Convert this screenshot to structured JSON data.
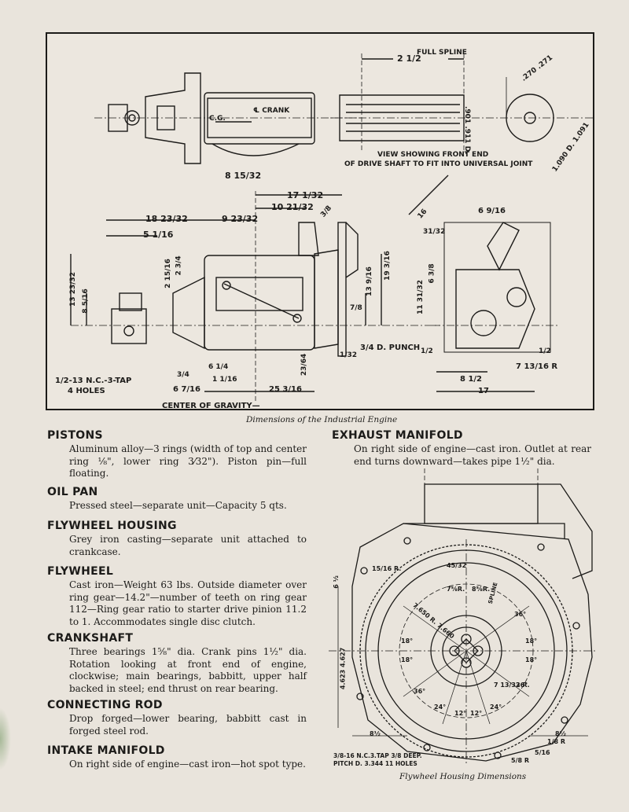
{
  "drawing": {
    "caption": "Dimensions of the Industrial Engine",
    "labels": {
      "full_spline": "FULL SPLINE",
      "full_spline_dim": "2 1/2",
      "crank": "℄ CRANK",
      "cg": "C.G.",
      "spline_d": ".901 .911 D.",
      "d_outer": "1.090 D. 1.091",
      "d_top": ".270 .271",
      "view_note_1": "VIEW SHOWING FRONT END",
      "view_note_2": "OF DRIVE SHAFT TO FIT INTO UNIVERSAL JOINT",
      "dim_8_15_32": "8 15/32",
      "dim_17_1_32": "17 1/32",
      "dim_10_21_32": "10 21/32",
      "dim_18_23_32": "18 23/32",
      "dim_9_23_32": "9 23/32",
      "dim_5_1_16": "5 1/16",
      "dim_3_8": "3/8",
      "dim_13_23_32": "13 23/32",
      "dim_8_5_16": "8 5/16",
      "dim_2_15_16": "2 15/16",
      "dim_2_3_4": "2 3/4",
      "dim_13_9_16": "13 9/16",
      "dim_19_3_16": "19 3/16",
      "dim_7_8": "7/8",
      "dim_1_32": "1/32",
      "punch": "3/4 D. PUNCH",
      "dim_23_64": "23/64",
      "dim_6_1_4": "6 1/4",
      "dim_3_4": "3/4",
      "dim_1_1_16": "1 1/16",
      "dim_6_7_16": "6 7/16",
      "dim_25_3_16": "25 3/16",
      "tap_1": "1/2-13 N.C.-3-TAP",
      "tap_2": "4 HOLES",
      "center_gravity": "CENTER OF GRAVITY—",
      "dim_16": "16",
      "dim_6_9_16": "6 9/16",
      "dim_31_32": "31/32",
      "dim_11_31_32": "11 31/32",
      "dim_6_3_8": "6 3/8",
      "dim_1_2_a": "1/2",
      "dim_1_2_b": "1/2",
      "dim_7_13_16": "7 13/16 R",
      "dim_8_1_2": "8 1/2",
      "dim_17": "17"
    }
  },
  "sections_left": [
    {
      "title": "PISTONS",
      "body": "Aluminum alloy—3 rings (width of top and center ring ⅛\", lower ring 3⁄32\"). Piston pin—full floating."
    },
    {
      "title": "OIL PAN",
      "body": "Pressed steel—separate unit—Capacity 5 qts."
    },
    {
      "title": "FLYWHEEL HOUSING",
      "body": "Grey iron casting—separate unit attached to crankcase."
    },
    {
      "title": "FLYWHEEL",
      "body": "Cast iron—Weight 63 lbs. Outside diameter over ring gear—14.2\"—number of teeth on ring gear 112—Ring gear ratio to starter drive pinion 11.2 to 1. Accommodates single disc clutch."
    },
    {
      "title": "CRANKSHAFT",
      "body": "Three bearings 1⅝\" dia. Crank pins 1½\" dia. Rotation looking at front end of engine, clockwise; main bearings, babbitt, upper half backed in steel; end thrust on rear bearing."
    },
    {
      "title": "CONNECTING ROD",
      "body": "Drop forged—lower bearing, babbitt cast in forged steel rod."
    },
    {
      "title": "INTAKE MANIFOLD",
      "body": "On right side of engine—cast iron—hot spot type."
    }
  ],
  "sections_right": [
    {
      "title": "EXHAUST MANIFOLD",
      "body": "On right side of engine—cast iron. Outlet at rear end turns downward—takes pipe 1½\" dia."
    }
  ],
  "flywheel": {
    "caption": "Flywheel Housing Dimensions",
    "labels": {
      "r_15_16": "15/16 R.",
      "d_45_32": "45/32",
      "r_7_8": "7⅝R.",
      "r_8_5_8": "8⅝R.",
      "spline": "SPLINE",
      "r_7650": "7.650 R. 7.660",
      "deg36_a": "36°",
      "deg18_a": "18°",
      "deg18_b": "18°",
      "deg18_c": "18°",
      "deg18_d": "18°",
      "deg36_b": "36°",
      "deg36_c": "36°",
      "deg24_a": "24°",
      "deg24_b": "24°",
      "deg12_a": "12°",
      "deg12_b": "12°",
      "r_7_13": "7 13/32 R.",
      "d_4623": "4.623 4.627",
      "dim_6": "6 ½",
      "dim_8_left": "8½",
      "dim_8_right": "8½",
      "tap_line1": "3/8-16 N.C.3.TAP 3/8 DEEP.",
      "tap_line2": "PITCH D. 3.344 11 HOLES",
      "r_1_8": "1/8 R",
      "r_5_16": "5/16",
      "r_5_8": "5/8 R"
    }
  }
}
